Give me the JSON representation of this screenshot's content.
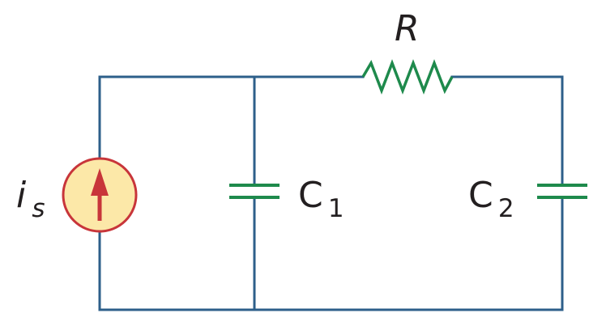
{
  "circuit": {
    "source": {
      "label_main": "i",
      "label_sub": "s",
      "fill_color": "#fce8a8",
      "ring_color": "#c8353a",
      "arrow_color": "#c8353a"
    },
    "resistor": {
      "label": "R",
      "color": "#1e8a4c"
    },
    "capacitor_1": {
      "label_main": "C",
      "label_sub": "1",
      "color": "#1e8a4c"
    },
    "capacitor_2": {
      "label_main": "C",
      "label_sub": "2",
      "color": "#1e8a4c"
    },
    "wire_color": "#2d5f8a"
  }
}
